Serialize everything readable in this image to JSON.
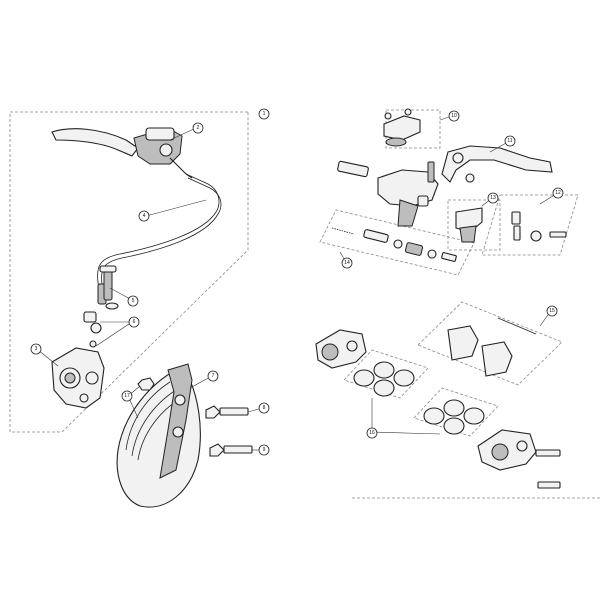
{
  "callouts": {
    "c1": "1",
    "c2": "2",
    "c3": "3",
    "c4": "4",
    "c5": "5",
    "c6": "6",
    "c7": "7",
    "c8": "8",
    "c9": "9",
    "c10": "10",
    "c11": "11",
    "c12": "12",
    "c13": "13",
    "c14": "14",
    "c15": "15",
    "c16": "16",
    "c17": "17"
  },
  "colors": {
    "line": "#222222",
    "dash": "#888888",
    "background": "#ffffff"
  }
}
